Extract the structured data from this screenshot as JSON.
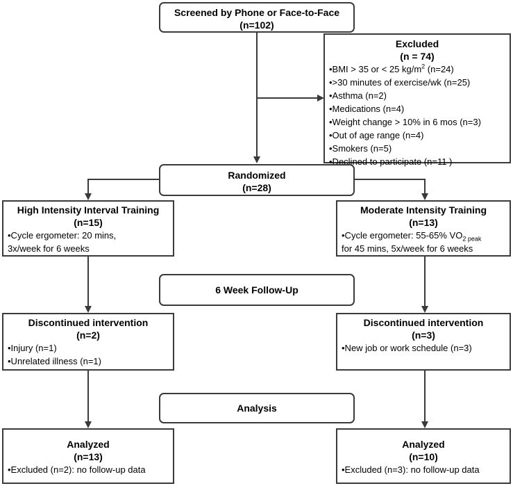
{
  "screened": {
    "title": "Screened by Phone or Face-to-Face",
    "n": "(n=102)"
  },
  "excluded": {
    "title": "Excluded",
    "n": "(n = 74)",
    "items": [
      {
        "pre": "•BMI > 35 or < 25 kg/m",
        "sup": "2",
        "post": " (n=24)"
      },
      {
        "text": "•>30 minutes of exercise/wk (n=25)"
      },
      {
        "text": "•Asthma (n=2)"
      },
      {
        "text": "•Medications (n=4)"
      },
      {
        "text": "•Weight change > 10% in 6 mos (n=3)"
      },
      {
        "text": "•Out of age range (n=4)"
      },
      {
        "text": "•Smokers (n=5)"
      },
      {
        "text": "•Declined to participate (n=11 )"
      }
    ]
  },
  "randomized": {
    "title": "Randomized",
    "n": "(n=28)"
  },
  "hiit": {
    "title": "High Intensity Interval Training",
    "n": "(n=15)",
    "line1": "•Cycle ergometer: 20 mins,",
    "line2": "3x/week for 6 weeks"
  },
  "mit": {
    "title": "Moderate Intensity Training",
    "n": "(n=13)",
    "line1_pre": "•Cycle ergometer: 55-65% VO",
    "line1_sub": "2 peak",
    "line2": "for 45 mins, 5x/week for 6 weeks"
  },
  "followup": {
    "label": "6 Week Follow-Up"
  },
  "disc_left": {
    "title": "Discontinued intervention",
    "n": "(n=2)",
    "items": [
      "•Injury (n=1)",
      "•Unrelated illness (n=1)"
    ]
  },
  "disc_right": {
    "title": "Discontinued intervention",
    "n": "(n=3)",
    "items": [
      "•New job or work schedule (n=3)"
    ]
  },
  "analysis": {
    "label": "Analysis"
  },
  "analyzed_left": {
    "title": "Analyzed",
    "n": "(n=13)",
    "note": "•Excluded (n=2): no follow-up data"
  },
  "analyzed_right": {
    "title": "Analyzed",
    "n": "(n=10)",
    "note": "•Excluded (n=3): no follow-up data"
  },
  "colors": {
    "line": "#3a3a3a",
    "border": "#3a3a3a"
  }
}
